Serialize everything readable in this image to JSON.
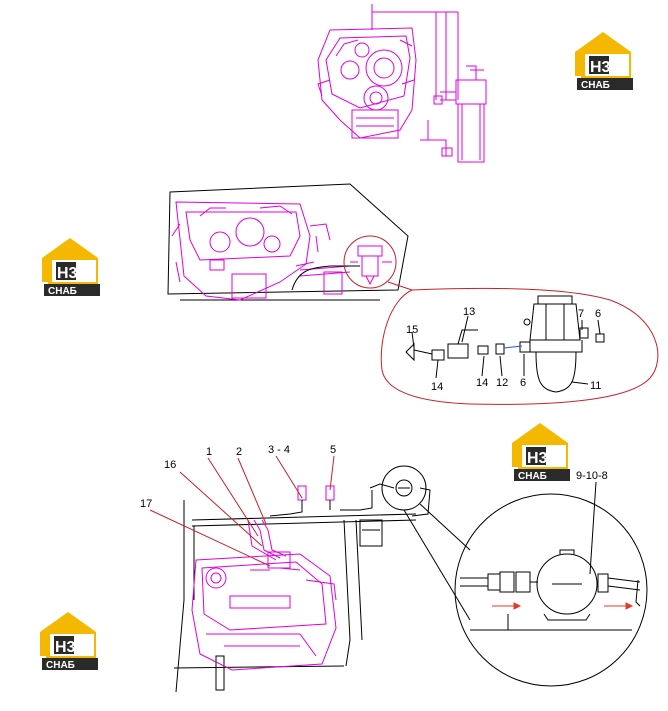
{
  "colors": {
    "engine": "#e000e0",
    "leader": "#c8202a",
    "line": "#000000",
    "logo_gold": "#f4b800",
    "logo_dark": "#2a2a2a",
    "arrow": "#e33a2a"
  },
  "logo": {
    "mark": "H3",
    "name": "СНАБ"
  },
  "callouts": {
    "c1": "1",
    "c2": "2",
    "c3_4": "3 - 4",
    "c5": "5",
    "c6a": "6",
    "c6b": "6",
    "c7": "7",
    "c9_10_8": "9-10-8",
    "c11": "11",
    "c12": "12",
    "c13": "13",
    "c14a": "14",
    "c14b": "14",
    "c15": "15",
    "c16": "16",
    "c17": "17"
  }
}
